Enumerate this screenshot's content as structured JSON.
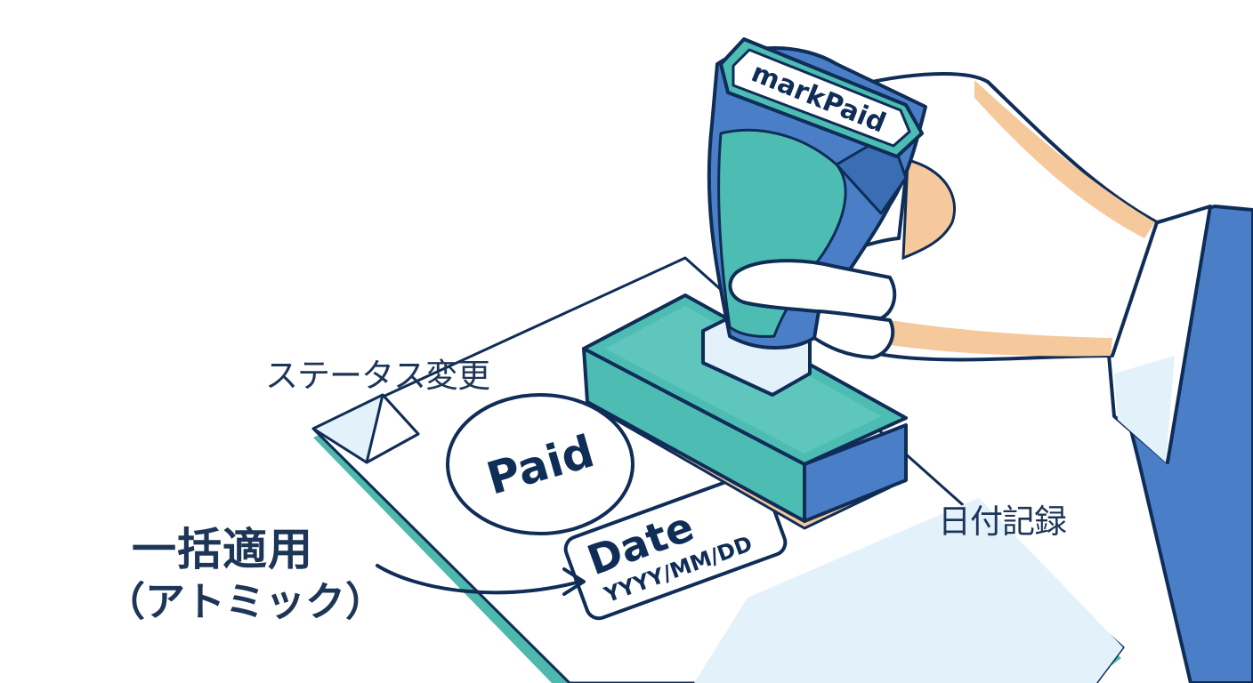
{
  "labels": {
    "status_change": "ステータス変更",
    "date_record": "日付記録",
    "bulk_apply_line1": "一括適用",
    "bulk_apply_line2": "（アトミック）"
  },
  "stamp": {
    "handle_text": "markPaid",
    "imprint_text": "Paid",
    "date_title": "Date",
    "date_format": "YYYY/MM/DD"
  },
  "colors": {
    "outline": "#0f2d57",
    "teal": "#4dbdb4",
    "blue": "#4a7fc8",
    "paper_shadow": "#4fb8ad",
    "paper_tint": "#e3f1fb",
    "skin": "#f6c99c"
  },
  "icons": [
    "rubber-stamp-icon",
    "hand-icon",
    "document-icon",
    "arrow-icon"
  ]
}
